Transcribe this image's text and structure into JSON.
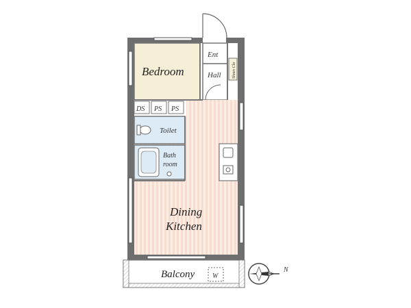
{
  "rooms": {
    "bedroom": "Bedroom",
    "ent": "Ent",
    "hall": "Hall",
    "shoe_closet": "Shoes Clo",
    "ds": "DS",
    "ps1": "PS",
    "ps2": "PS",
    "toilet": "Toilet",
    "bath_line1": "Bath",
    "bath_line2": "room",
    "dining_line1": "Dining",
    "dining_line2": "Kitchen",
    "balcony": "Balcony",
    "washer": "W"
  },
  "compass": {
    "north_label": "N"
  },
  "colors": {
    "bedroom_fill": "#f4efd6",
    "floor_stripe": "#f7dcd0",
    "floor_base": "#fbeee7",
    "wet_area": "#dcebf6",
    "wall": "#6e6e6e"
  }
}
